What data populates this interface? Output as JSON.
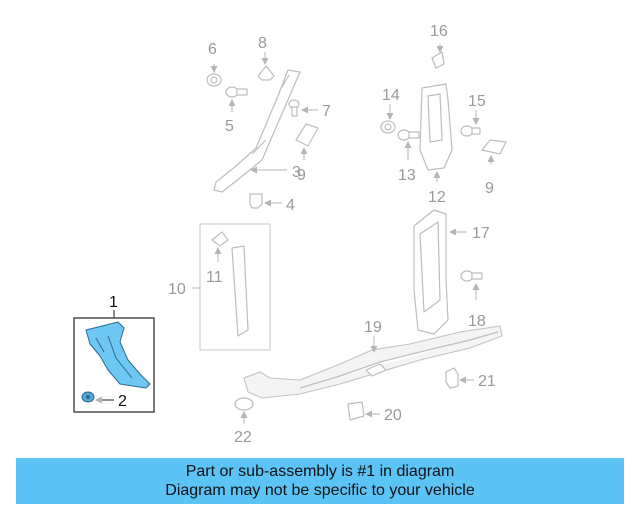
{
  "callouts": {
    "c1": "1",
    "c2": "2",
    "c3": "3",
    "c4": "4",
    "c5": "5",
    "c6": "6",
    "c7": "7",
    "c8": "8",
    "c9a": "9",
    "c9b": "9",
    "c10": "10",
    "c11": "11",
    "c12": "12",
    "c13": "13",
    "c14": "14",
    "c15": "15",
    "c16": "16",
    "c17": "17",
    "c18": "18",
    "c19": "19",
    "c20": "20",
    "c21": "21",
    "c22": "22"
  },
  "highlight_color": "#6ec6f2",
  "banner": {
    "line1": "Part or sub-assembly is #1 in diagram",
    "line2": "Diagram may not be specific to your vehicle",
    "background": "#5bc3f5"
  }
}
